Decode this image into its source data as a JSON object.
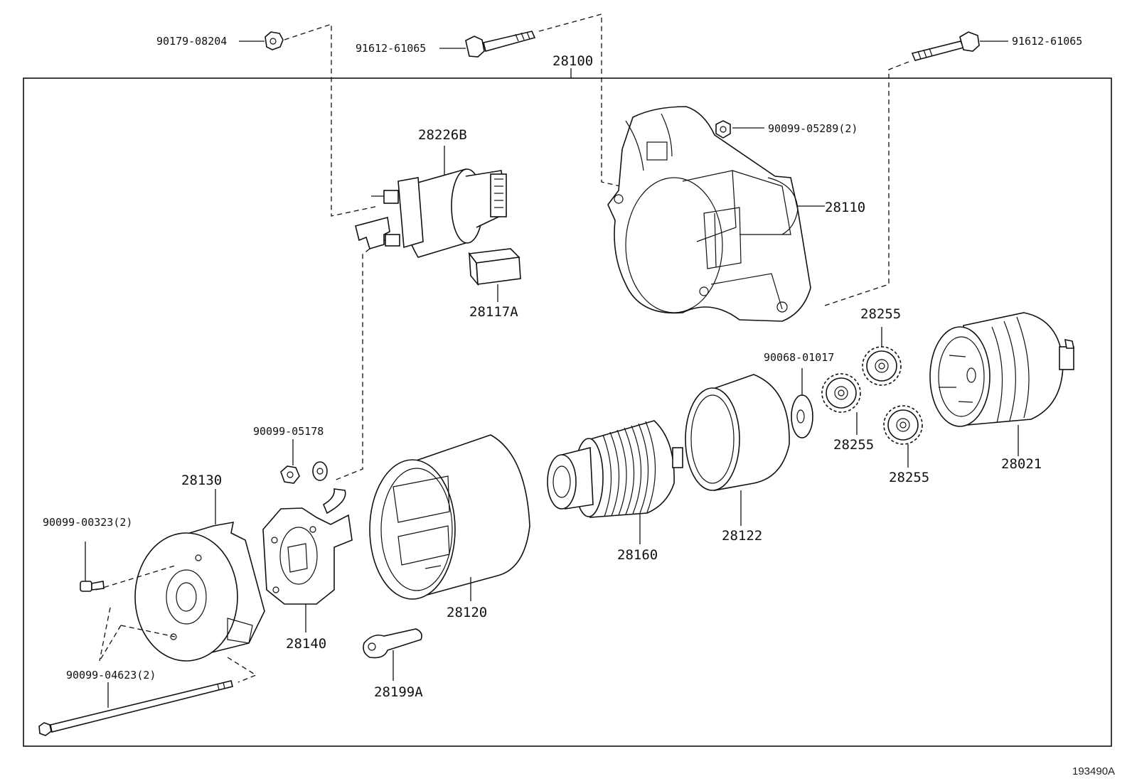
{
  "diagram_id": "193490A",
  "assembly": {
    "number": "28100"
  },
  "labels": {
    "p28226B": "28226B",
    "p28117A": "28117A",
    "p28110": "28110",
    "p28255_top": "28255",
    "p28255_mid": "28255",
    "p28255_bot": "28255",
    "p28021": "28021",
    "p28122": "28122",
    "p28160": "28160",
    "p28120": "28120",
    "p28130": "28130",
    "p28140": "28140",
    "p28199A": "28199A",
    "b90179_08204": "90179-08204",
    "b91612_61065_left": "91612-61065",
    "b91612_61065_right": "91612-61065",
    "b90099_05289": "90099-05289(2)",
    "b90068_01017": "90068-01017",
    "b90099_05178": "90099-05178",
    "b90099_00323": "90099-00323(2)",
    "b90099_04623": "90099-04623(2)"
  }
}
